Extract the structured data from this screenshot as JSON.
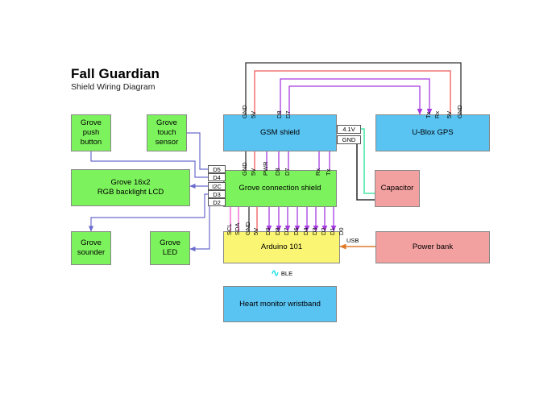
{
  "header": {
    "title": "Fall Guardian",
    "subtitle": "Shield Wiring Diagram"
  },
  "nodes": {
    "grove_push_button": "Grove\npush\nbutton",
    "grove_touch_sensor": "Grove\ntouch\nsensor",
    "gsm_shield": "GSM shield",
    "ublox_gps": "U-Blox GPS",
    "grove_lcd": "Grove 16x2\nRGB backlight LCD",
    "grove_connection_shield": "Grove connection shield",
    "capacitor": "Capacitor",
    "grove_sounder": "Grove\nsounder",
    "grove_led": "Grove\nLED",
    "arduino_101": "Arduino 101",
    "power_bank": "Power bank",
    "heart_monitor": "Heart monitor wristband"
  },
  "pins": {
    "gsm_top": [
      "GND",
      "5V",
      "D8",
      "D7"
    ],
    "gps_top": [
      "Tx",
      "Rx",
      "5V",
      "GND"
    ],
    "gsm_bottom": [
      "GND",
      "5V",
      "PWR",
      "D8",
      "D7",
      "Rx",
      "Tx"
    ],
    "shield_bottom": [
      "SCL",
      "SDA",
      "GND",
      "5V",
      "D9",
      "D8",
      "D7",
      "D6",
      "D4",
      "D3",
      "D2",
      "D1",
      "D0"
    ],
    "shield_left": [
      "D5",
      "D4",
      "I2C",
      "D3",
      "D2"
    ]
  },
  "edge_labels": {
    "volt_4_1": "4.1V",
    "gnd": "GND",
    "usb": "USB",
    "ble": "BLE",
    "ble_icon": "bluetooth-icon"
  },
  "colors": {
    "green_node": "#7CF25C",
    "blue_node": "#59C3F2",
    "yellow_node": "#FAF573",
    "pink_node": "#F2A0A0",
    "wire_blue": "#6A6ACD",
    "wire_purple": "#A83BE0",
    "wire_red": "#F05A5A",
    "wire_black": "#333333",
    "wire_green": "#4BE8A8",
    "wire_orange": "#E07A2B",
    "wire_magenta": "#F05ACB",
    "ble_cyan": "#18E0E8",
    "node_border": "#888888"
  }
}
